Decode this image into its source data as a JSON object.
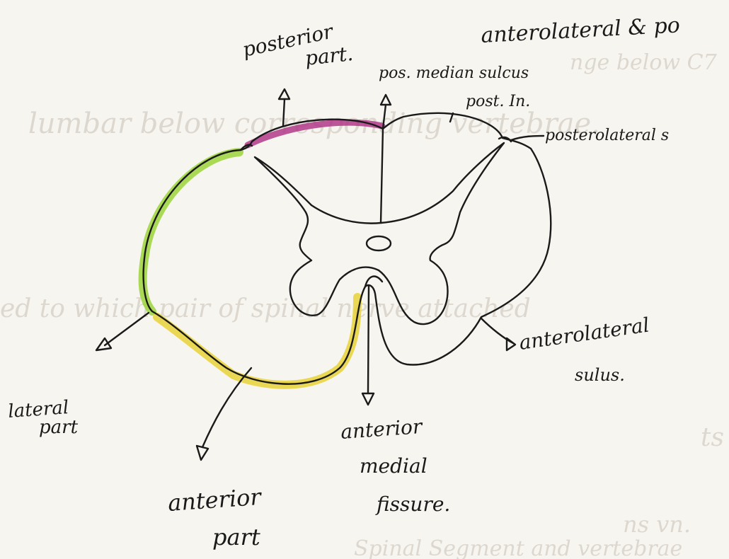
{
  "labels": {
    "posterior_part_line1": "posterior",
    "posterior_part_line2": "part.",
    "anterolateral_top": "anterolateral & po",
    "pos_median_sulcus": "pos. median sulcus",
    "post_in": "post. In.",
    "posterolateral_sulcus": "posterolateral s",
    "anterolateral_sulcus_line1": "anterolateral",
    "anterolateral_sulcus_line2": "sulus.",
    "lateral_part_line1": "lateral",
    "lateral_part_line2": "part",
    "anterior_median_fissure_line1": "anterior",
    "anterior_median_fissure_line2": "medial",
    "anterior_median_fissure_line3": "fissure.",
    "anterior_part_line1": "anterior",
    "anterior_part_line2": "part"
  },
  "background_text": {
    "line1": "nge below C7",
    "line2": "lumbar below corresponding vertebrae.",
    "line3": "ed to which pair of spinal nerve attached",
    "line4": "ts",
    "line5": "ns vn.",
    "line6": "Spinal Segment and vertebrae"
  },
  "colors": {
    "ink": "#1a1a1a",
    "posterior_highlight": "#b23a8a",
    "lateral_highlight": "#9bd33a",
    "anterior_highlight": "#e8d23a",
    "paper": "#f7f5ef"
  }
}
